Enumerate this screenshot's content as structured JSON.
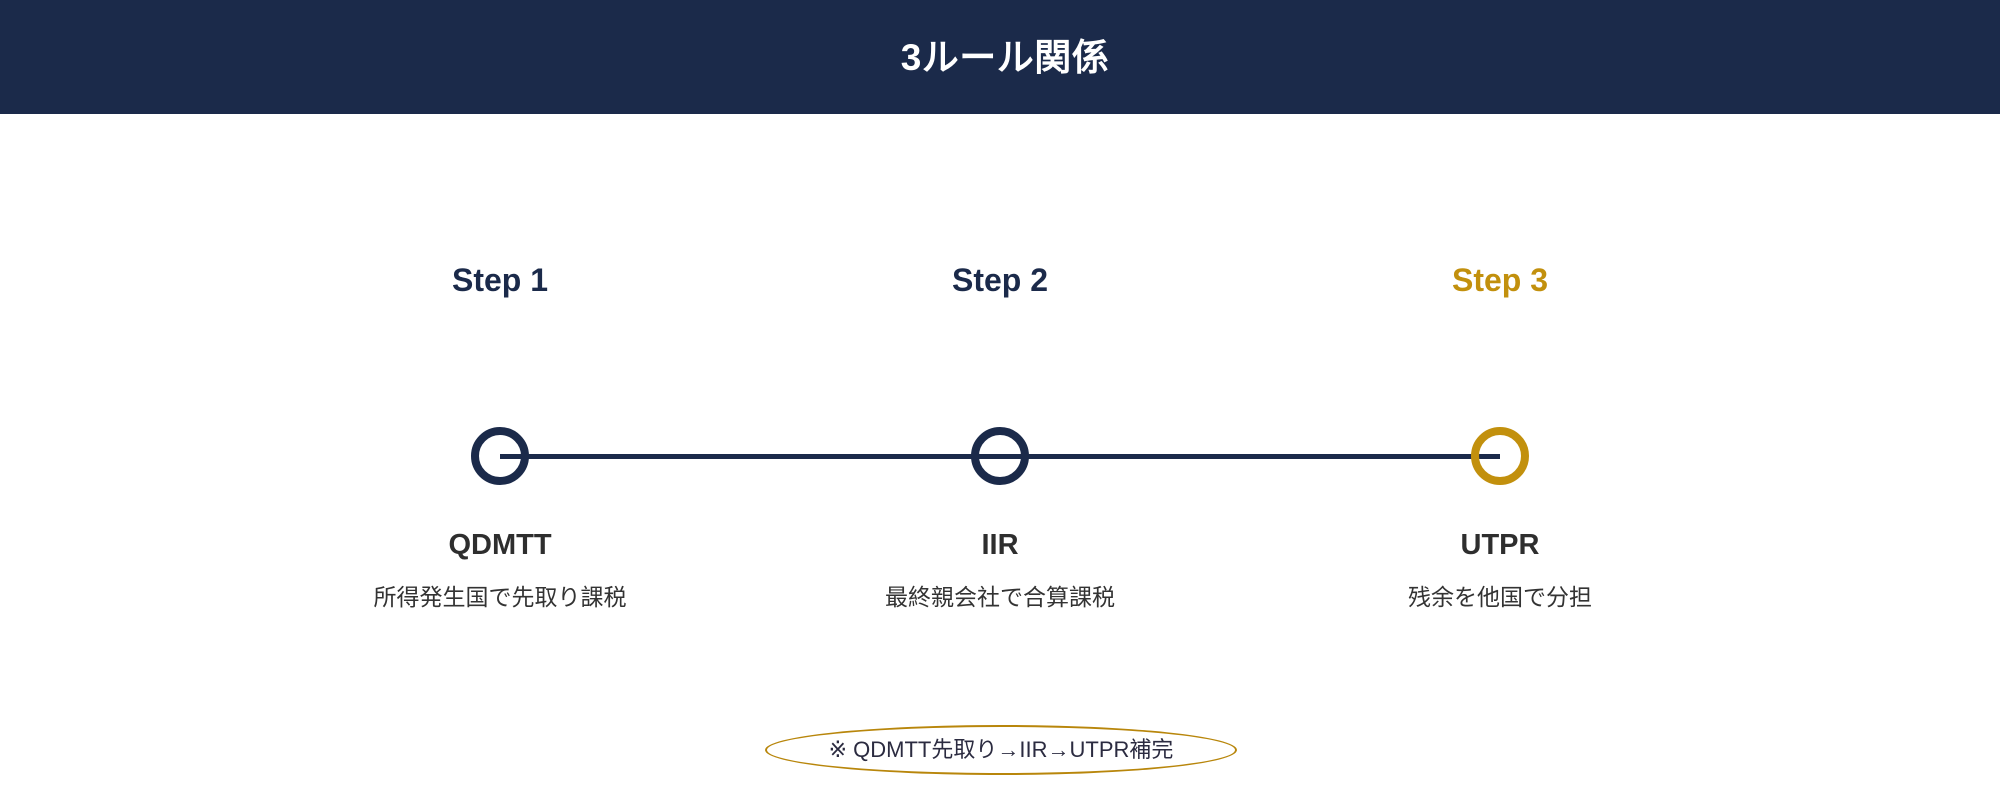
{
  "header": {
    "title": "3ルール関係",
    "background_color": "#1b2a4a",
    "text_color": "#ffffff"
  },
  "colors": {
    "navy": "#1b2a4a",
    "gold": "#c2900d",
    "ellipse_gold": "#b8860b",
    "body_text": "#333333",
    "name_text": "#2e2e2e",
    "background": "#ffffff"
  },
  "timeline": {
    "line_color": "#1b2a4a",
    "nodes": [
      {
        "step_label": "Step 1",
        "name": "QDMTT",
        "description": "所得発生国で先取り課税",
        "color": "#1b2a4a",
        "highlighted": false
      },
      {
        "step_label": "Step 2",
        "name": "IIR",
        "description": "最終親会社で合算課税",
        "color": "#1b2a4a",
        "highlighted": false
      },
      {
        "step_label": "Step 3",
        "name": "UTPR",
        "description": "残余を他国で分担",
        "color": "#c2900d",
        "highlighted": true
      }
    ]
  },
  "footnote": {
    "text": "※ QDMTT先取り→IIR→UTPR補完",
    "outline_color": "#b8860b"
  }
}
